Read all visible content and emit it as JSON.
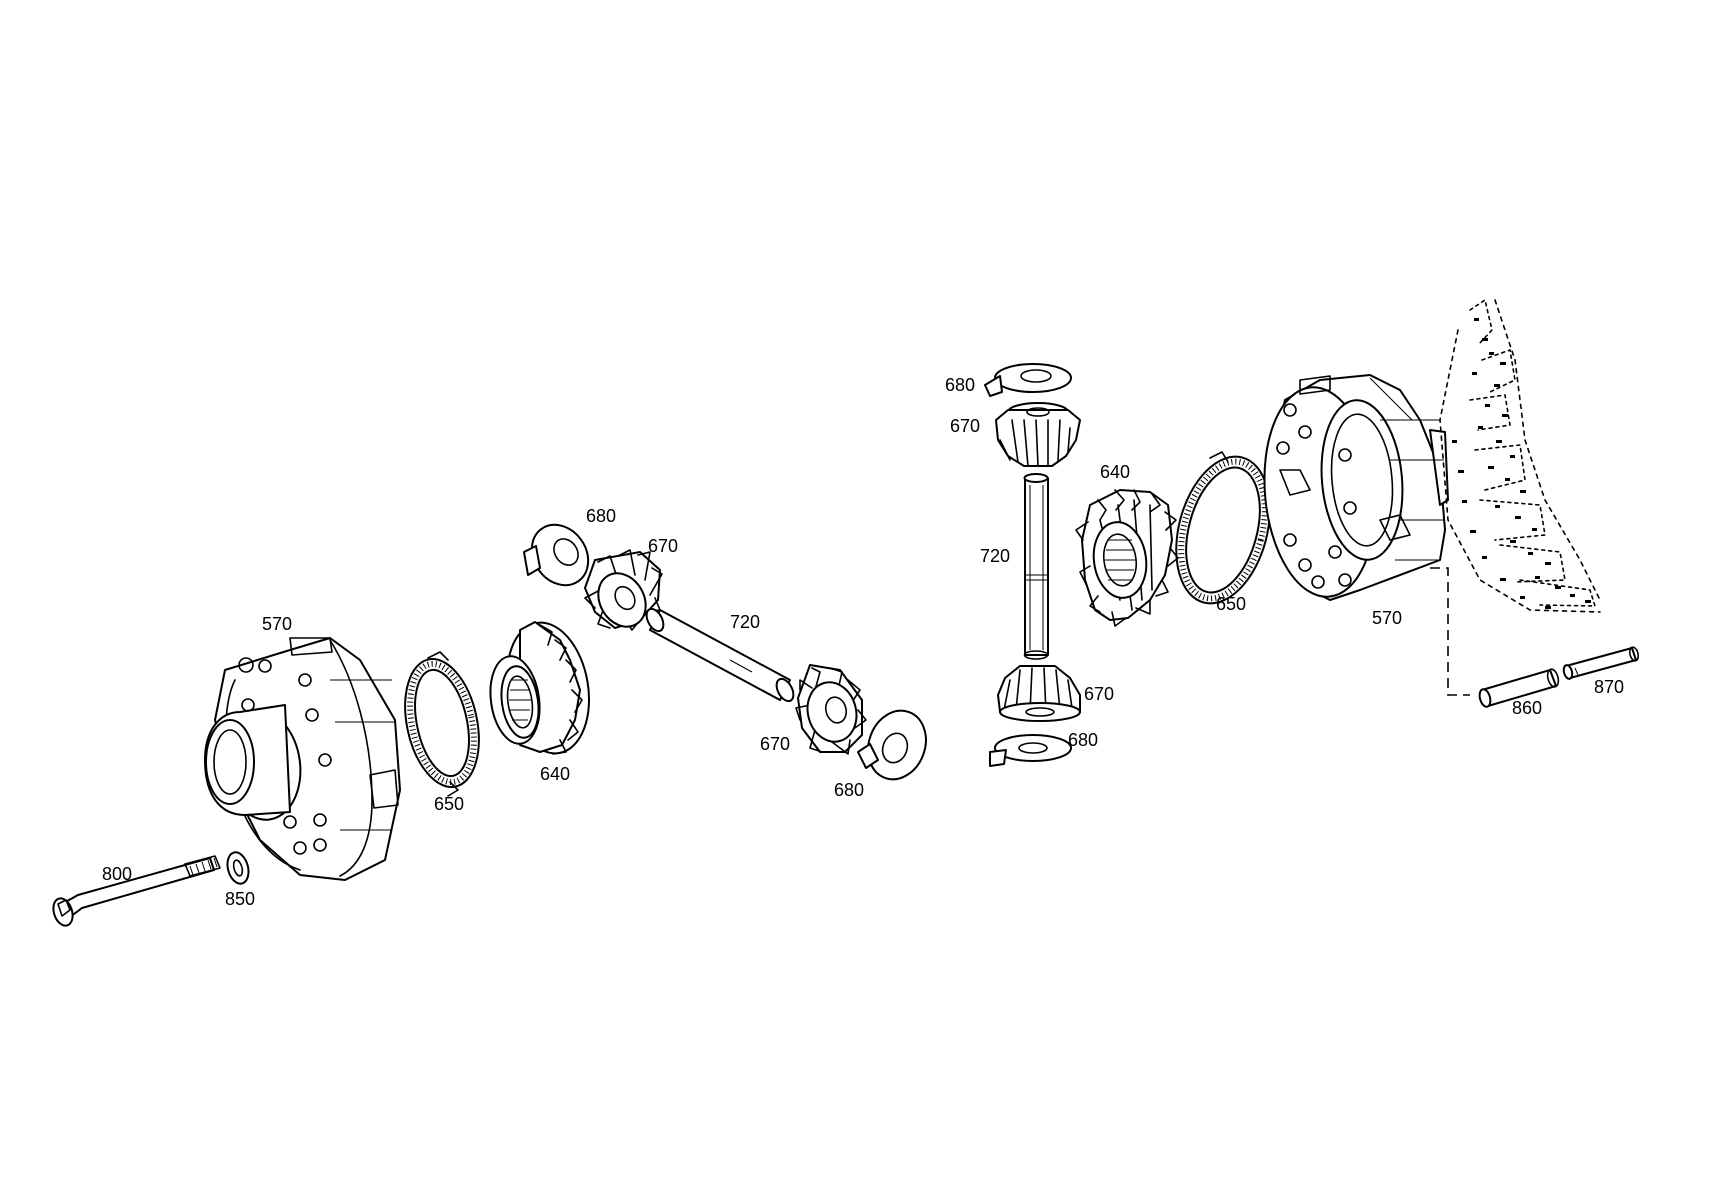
{
  "callouts": {
    "housing_left": "570",
    "housing_right": "570",
    "gasket_left": "650",
    "gasket_right": "650",
    "side_gear_left": "640",
    "side_gear_right": "640",
    "pinion_upper_left": "670",
    "pinion_lower_left": "670",
    "pinion_top_right": "670",
    "pinion_bottom_right": "670",
    "washer_upper_left": "680",
    "washer_lower_left": "680",
    "washer_top_right": "680",
    "washer_bottom_right": "680",
    "shaft_left": "720",
    "shaft_right": "720",
    "bolt": "800",
    "bolt_washer": "850",
    "pin_large": "860",
    "pin_small": "870"
  }
}
